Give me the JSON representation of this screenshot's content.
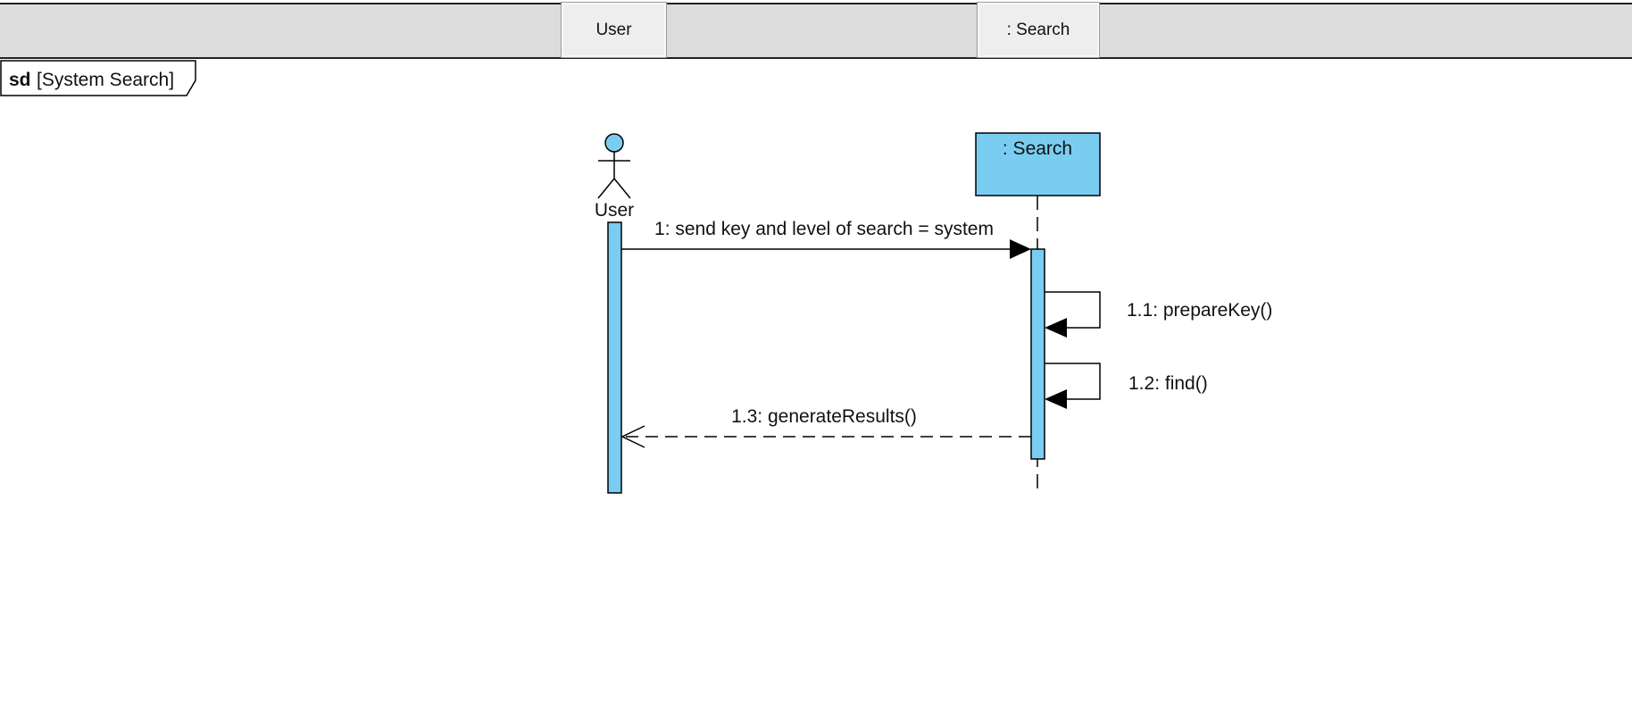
{
  "header": {
    "lifeline_tabs": [
      "User",
      ": Search"
    ]
  },
  "frame": {
    "keyword": "sd",
    "name": "[System Search]"
  },
  "lifelines": {
    "actor_label": "User",
    "object_label": ": Search"
  },
  "messages": {
    "m1": "1: send key and level of search = system",
    "m1_1": "1.1: prepareKey()",
    "m1_2": "1.2: find()",
    "m1_3": "1.3: generateResults()"
  },
  "colors": {
    "accent": "#7acdf1",
    "toolbar": "#dcdcdc",
    "stroke": "#000000"
  },
  "icons": [
    "actor-stick-figure-icon",
    "filled-arrowhead-icon",
    "open-arrowhead-icon"
  ]
}
